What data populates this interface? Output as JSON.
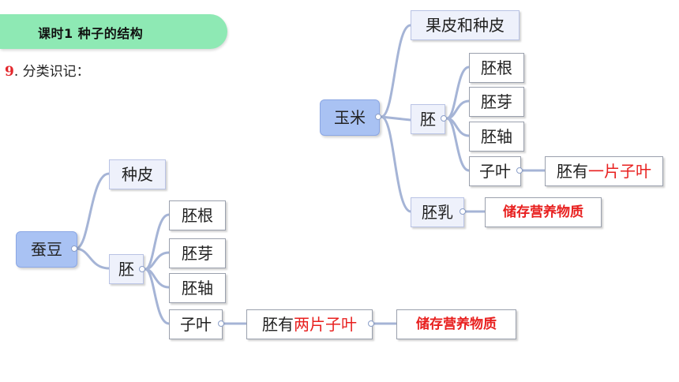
{
  "header": {
    "title": "课时1  种子的结构"
  },
  "question": {
    "number": "9",
    "text": ". 分类识记："
  },
  "corn_map": {
    "root": "玉米",
    "pericarp": "果皮和种皮",
    "embryo": "胚",
    "embryo_parts": [
      "胚根",
      "胚芽",
      "胚轴",
      "子叶"
    ],
    "cotyledon_note_prefix": "胚有",
    "cotyledon_note_highlight": "一片子叶",
    "endosperm": "胚乳",
    "endosperm_note": "储存营养物质"
  },
  "bean_map": {
    "root": "蚕豆",
    "seed_coat": "种皮",
    "embryo": "胚",
    "embryo_parts": [
      "胚根",
      "胚芽",
      "胚轴",
      "子叶"
    ],
    "cotyledon_note_prefix": "胚有",
    "cotyledon_note_highlight": "两片子叶",
    "cotyledon_note": "储存营养物质"
  },
  "colors": {
    "banner": "#8ee9b4",
    "root_node": "#a9c2f3",
    "highlight": "#e8201f",
    "connector": "#a5b4d6"
  }
}
